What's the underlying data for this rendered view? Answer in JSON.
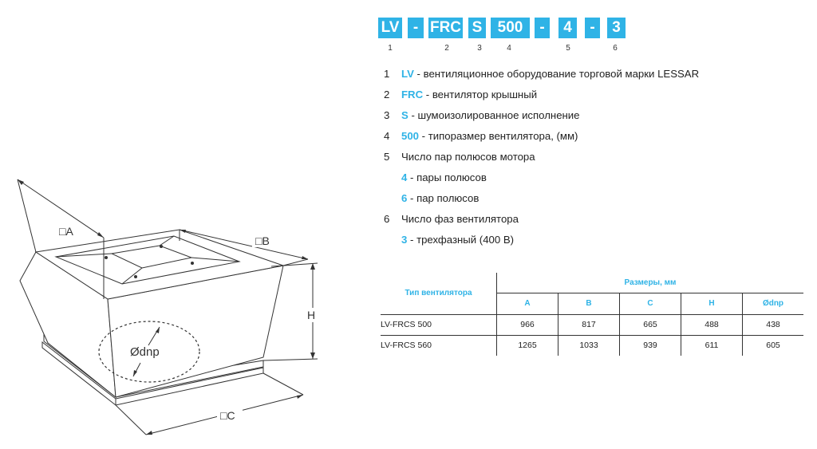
{
  "code": {
    "segments": [
      "LV",
      "-",
      "FRC",
      "S",
      "500",
      "-",
      "4",
      "-",
      "3"
    ],
    "position_numbers": [
      "1",
      "2",
      "3",
      "4",
      "5",
      "6"
    ]
  },
  "legend": [
    {
      "num": "1",
      "key": "LV",
      "text": " - вентиляционное оборудование торговой марки LESSAR"
    },
    {
      "num": "2",
      "key": "FRC",
      "text": " - вентилятор крышный"
    },
    {
      "num": "3",
      "key": "S",
      "text": " - шумоизолированное исполнение"
    },
    {
      "num": "4",
      "key": "500",
      "text": " - типоразмер вентилятора, (мм)"
    },
    {
      "num": "5",
      "key": "",
      "text": "Число пар полюсов мотора"
    },
    {
      "num": "",
      "key": "4",
      "text": " - пары полюсов"
    },
    {
      "num": "",
      "key": "6",
      "text": " - пар полюсов"
    },
    {
      "num": "6",
      "key": "",
      "text": "Число фаз вентилятора"
    },
    {
      "num": "",
      "key": "3",
      "text": " - трехфазный (400 В)"
    }
  ],
  "table": {
    "type_header": "Тип вентилятора",
    "group_header": "Размеры, мм",
    "columns": [
      "A",
      "B",
      "C",
      "H",
      "Ødnp"
    ],
    "rows": [
      {
        "name": "LV-FRCS 500",
        "values": [
          "966",
          "817",
          "665",
          "488",
          "438"
        ]
      },
      {
        "name": "LV-FRCS 560",
        "values": [
          "1265",
          "1033",
          "939",
          "611",
          "605"
        ]
      }
    ]
  },
  "drawing": {
    "label_a": "□A",
    "label_b": "□B",
    "label_c": "□C",
    "label_h": "H",
    "label_d": "Ødnp"
  },
  "colors": {
    "accent": "#2fb3e6",
    "line": "#333333"
  }
}
